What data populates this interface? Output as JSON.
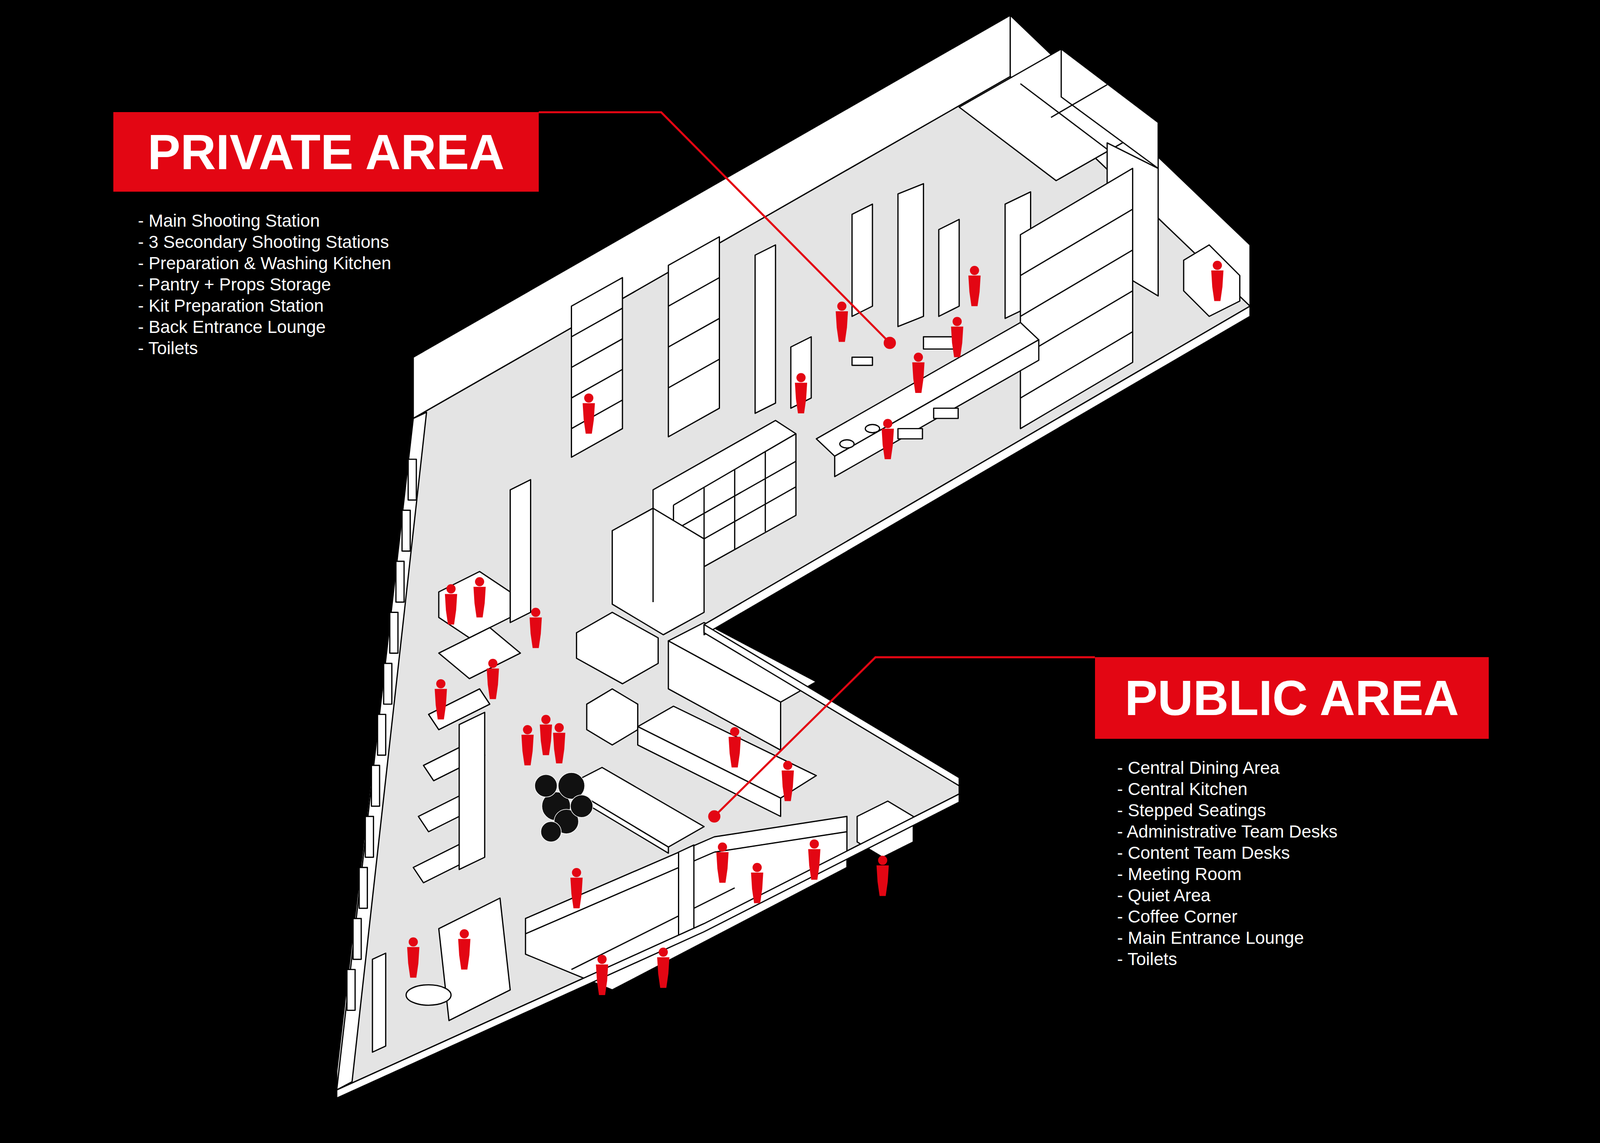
{
  "diagram": {
    "nodes": [
      {
        "text": [
          "PRIVATE AREA"
        ]
      },
      {
        "text": [
          "PUBLIC AREA"
        ]
      }
    ],
    "labels": [
      "- Main Shooting Station",
      "- 3 Secondary Shooting Stations",
      "- Preparation & Washing Kitchen",
      "- Pantry + Props Storage",
      "- Kit Preparation Station",
      "- Back Entrance Lounge",
      "- Toilets",
      "- Central Dining Area",
      "- Central Kitchen",
      "- Stepped Seatings",
      "- Administrative Team Desks",
      "- Content Team Desks",
      "- Meeting Room",
      "- Quiet Area",
      "- Coffee Corner",
      "- Main Entrance Lounge",
      "- Toilets"
    ]
  }
}
